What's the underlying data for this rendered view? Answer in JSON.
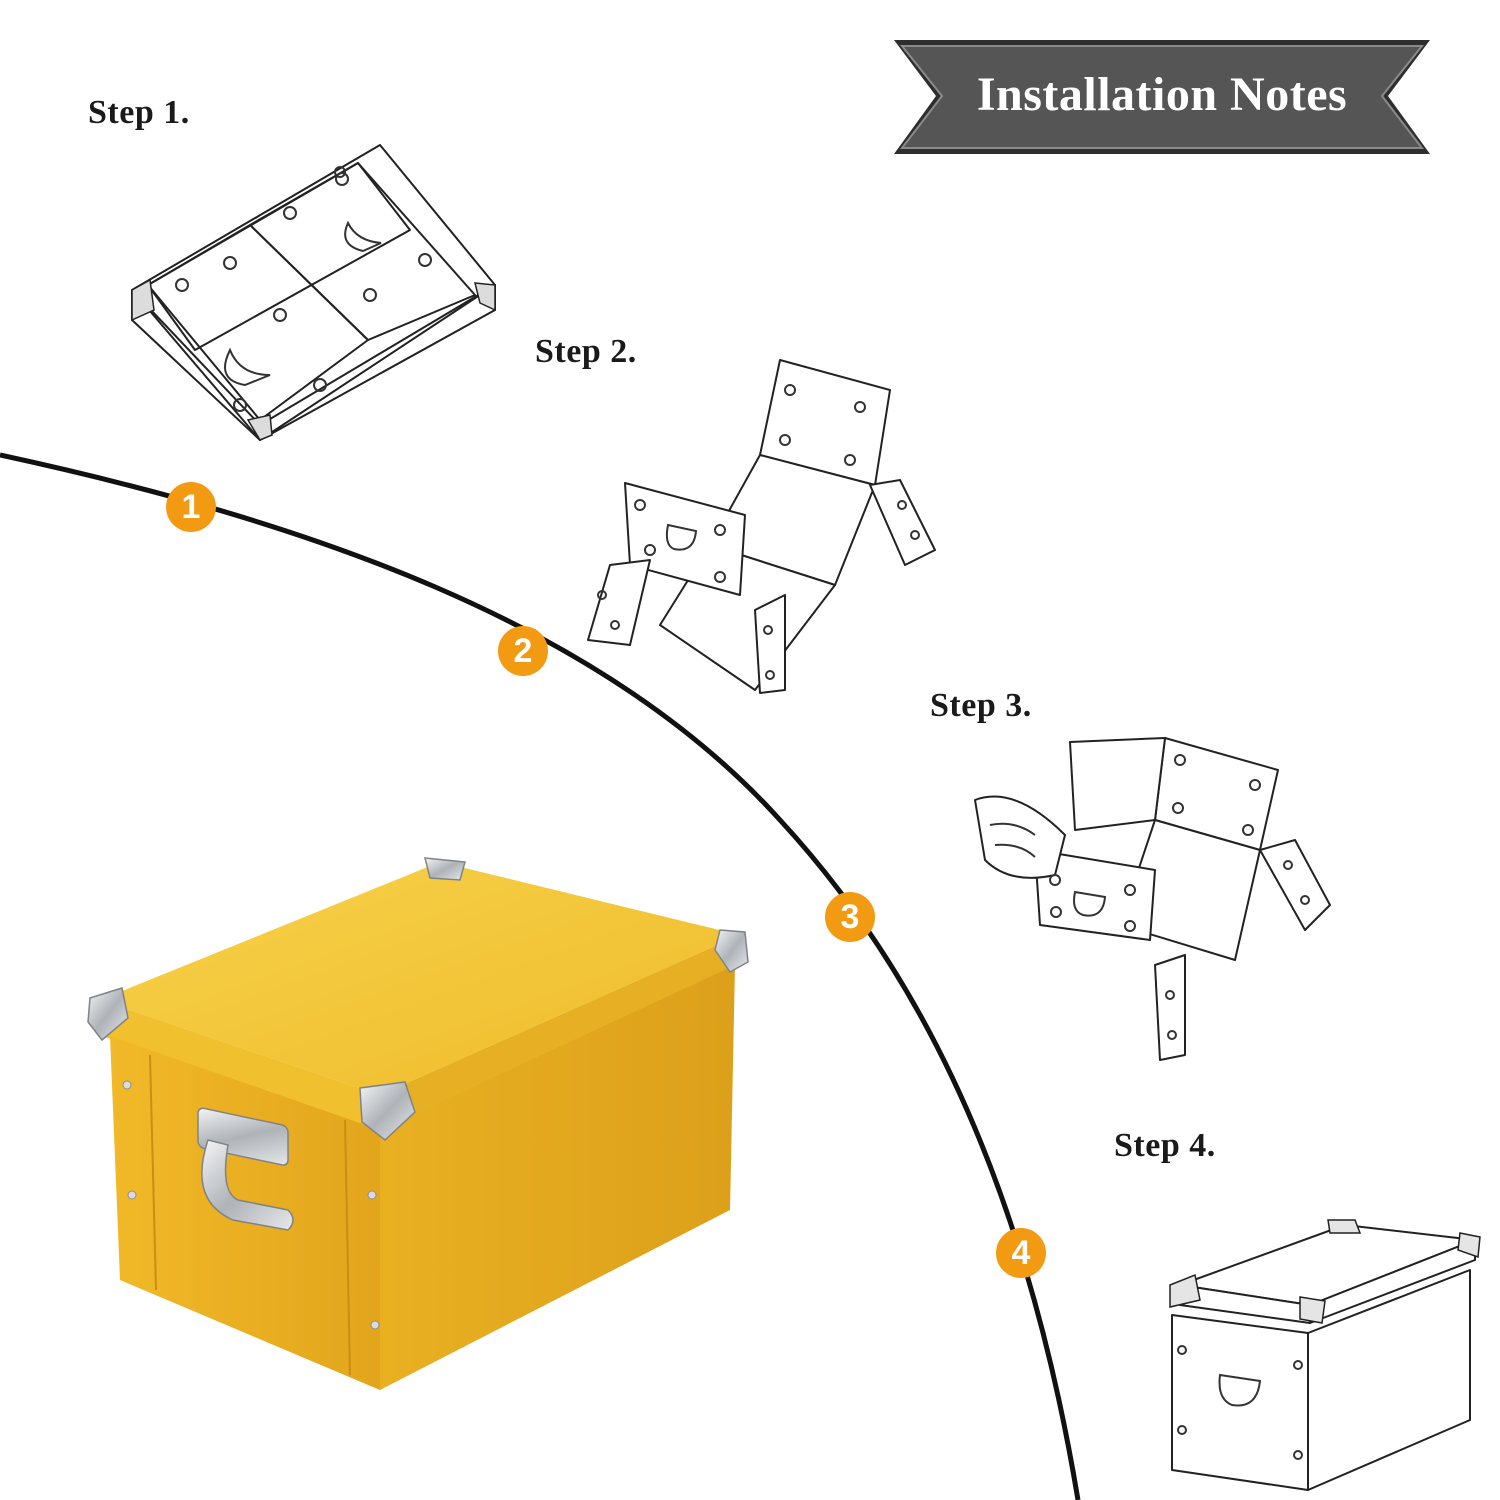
{
  "banner": {
    "title": "Installation Notes"
  },
  "steps": [
    {
      "label": "Step 1.",
      "marker": "1"
    },
    {
      "label": "Step 2.",
      "marker": "2"
    },
    {
      "label": "Step 3.",
      "marker": "3"
    },
    {
      "label": "Step 4.",
      "marker": "4"
    }
  ],
  "colors": {
    "banner_fill": "#4a4a4a",
    "marker_fill": "#f19a12",
    "box_yellow": "#f2c12e",
    "box_yellow_dark": "#e3a91f",
    "metal": "#c9cdd2"
  }
}
